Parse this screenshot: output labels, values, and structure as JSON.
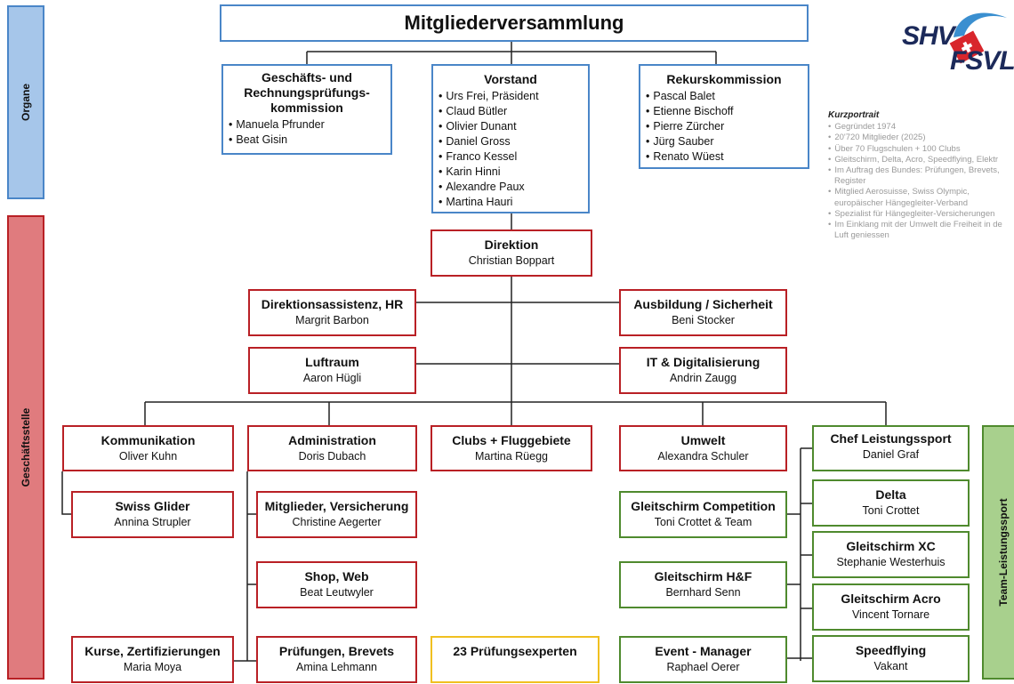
{
  "sidebars": {
    "organe": "Organe",
    "geschaeftsstelle": "Geschäftsstelle",
    "team": "Team-Leistungssport"
  },
  "logo": {
    "top": "SHV",
    "bottom": "FSVL",
    "colors": {
      "navy": "#1c2a5a",
      "sky": "#3a8fd0",
      "red": "#d8262c"
    }
  },
  "colors": {
    "blue": "#4a86c8",
    "red": "#b92025",
    "green": "#4f8a2e",
    "yellow": "#f0c020"
  },
  "top": {
    "title": "Mitgliederversammlung"
  },
  "gpk": {
    "title_line1": "Geschäfts- und",
    "title_line2": "Rechnungsprüfungs-",
    "title_line3": "kommission",
    "members": [
      "Manuela Pfrunder",
      "Beat Gisin"
    ]
  },
  "vorstand": {
    "title": "Vorstand",
    "members": [
      "Urs Frei, Präsident",
      "Claud Bütler",
      "Olivier Dunant",
      "Daniel Gross",
      "Franco Kessel",
      "Karin Hinni",
      "Alexandre Paux",
      "Martina Hauri"
    ]
  },
  "rekurs": {
    "title": "Rekurskommission",
    "members": [
      "Pascal Balet",
      "Etienne Bischoff",
      "Pierre Zürcher",
      "Jürg Sauber",
      "Renato Wüest"
    ]
  },
  "kurzportrait": {
    "title": "Kurzportrait",
    "items": [
      {
        "l1": "Gegründet 1974"
      },
      {
        "l1": "20'720 Mitglieder (2025)"
      },
      {
        "l1": "Über 70 Flugschulen + 100 Clubs"
      },
      {
        "l1": "Gleitschirm, Delta, Acro, Speedflying, Elektr"
      },
      {
        "l1": "Im Auftrag des Bundes: Prüfungen, Brevets,",
        "l2": "Register"
      },
      {
        "l1": "Mitglied Aerosuisse, Swiss Olympic,",
        "l2": "europäischer Hängegleiter-Verband"
      },
      {
        "l1": "Spezialist für Hängegleiter-Versicherungen"
      },
      {
        "l1": "Im Einklang mit der Umwelt die Freiheit in de",
        "l2": "Luft geniessen"
      }
    ]
  },
  "direktion": {
    "title": "Direktion",
    "name": "Christian Boppart"
  },
  "assist": {
    "title": "Direktionsassistenz, HR",
    "name": "Margrit Barbon"
  },
  "ausbildung": {
    "title": "Ausbildung / Sicherheit",
    "name": "Beni Stocker"
  },
  "luftraum": {
    "title": "Luftraum",
    "name": "Aaron Hügli"
  },
  "it": {
    "title": "IT & Digitalisierung",
    "name": "Andrin Zaugg"
  },
  "kommunikation": {
    "title": "Kommunikation",
    "name": "Oliver Kuhn"
  },
  "administration": {
    "title": "Administration",
    "name": "Doris Dubach"
  },
  "clubs": {
    "title": "Clubs + Fluggebiete",
    "name": "Martina Rüegg"
  },
  "umwelt": {
    "title": "Umwelt",
    "name": "Alexandra Schuler"
  },
  "chef": {
    "title": "Chef Leistungssport",
    "name": "Daniel Graf"
  },
  "swissglider": {
    "title": "Swiss Glider",
    "name": "Annina Strupler"
  },
  "mitglieder": {
    "title": "Mitglieder, Versicherung",
    "name": "Christine Aegerter"
  },
  "shop": {
    "title": "Shop, Web",
    "name": "Beat Leutwyler"
  },
  "kurse": {
    "title": "Kurse, Zertifizierungen",
    "name": "Maria Moya"
  },
  "pruefungen": {
    "title": "Prüfungen, Brevets",
    "name": "Amina Lehmann"
  },
  "experten": {
    "title": "23 Prüfungsexperten"
  },
  "gscomp": {
    "title": "Gleitschirm Competition",
    "name": "Toni Crottet & Team"
  },
  "gshf": {
    "title": "Gleitschirm H&F",
    "name": "Bernhard Senn"
  },
  "event": {
    "title": "Event - Manager",
    "name": "Raphael Oerer"
  },
  "delta": {
    "title": "Delta",
    "name": "Toni Crottet"
  },
  "gsxc": {
    "title": "Gleitschirm XC",
    "name": "Stephanie Westerhuis"
  },
  "gsacro": {
    "title": "Gleitschirm Acro",
    "name": "Vincent Tornare"
  },
  "speedflying": {
    "title": "Speedflying",
    "name": "Vakant"
  }
}
